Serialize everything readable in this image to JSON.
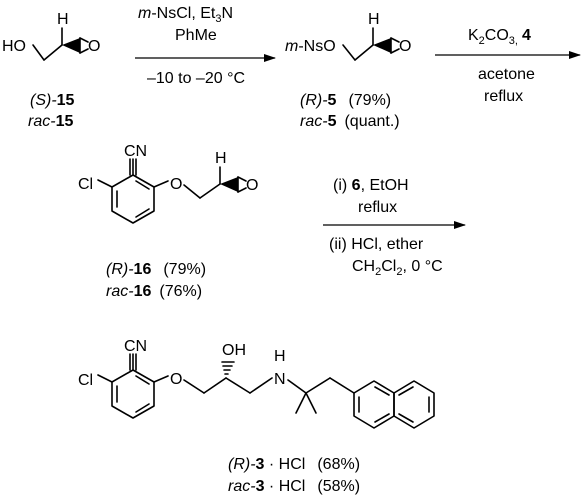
{
  "compound15": {
    "atom_HO": "HO",
    "atom_H": "H",
    "atom_O": "O",
    "label1_prefix": "(S)-",
    "label1_num": "15",
    "label2_prefix": "rac-",
    "label2_num": "15"
  },
  "step1": {
    "reagent_line1_italic": "m",
    "reagent_line1_rest": "-NsCl, Et",
    "reagent_line1_sub": "3",
    "reagent_line1_end": "N",
    "reagent_line2": "PhMe",
    "conditions": "–10 to –20 °C"
  },
  "compound5": {
    "atom_prefix_italic": "m",
    "atom_rest": "-NsO",
    "atom_H": "H",
    "atom_O": "O",
    "label1_prefix": "(R)-",
    "label1_num": "5",
    "label1_yield": "(79%)",
    "label2_prefix": "rac-",
    "label2_num": "5",
    "label2_yield": "(quant.)"
  },
  "step2": {
    "reagent_main": "K",
    "reagent_sub": "2",
    "reagent_rest": "CO",
    "reagent_sub2": "3,",
    "reagent_num": "4",
    "solvent": "acetone",
    "conditions": "reflux"
  },
  "compound16": {
    "atom_CN": "CN",
    "atom_Cl": "Cl",
    "atom_O_ether": "O",
    "atom_H": "H",
    "atom_O_epox": "O",
    "label1_prefix": "(R)-",
    "label1_num": "16",
    "label1_yield": "(79%)",
    "label2_prefix": "rac-",
    "label2_num": "16",
    "label2_yield": "(76%)"
  },
  "step3": {
    "line1_pre": "(i) ",
    "line1_num": "6",
    "line1_post": ", EtOH",
    "line2": "reflux",
    "line3": "(ii) HCl, ether",
    "line4_pre": "CH",
    "line4_sub1": "2",
    "line4_mid": "Cl",
    "line4_sub2": "2",
    "line4_post": ", 0 °C"
  },
  "compound3": {
    "atom_CN": "CN",
    "atom_Cl": "Cl",
    "atom_O": "O",
    "atom_OH": "OH",
    "atom_H": "H",
    "atom_N": "N",
    "label1_prefix": "(R)-",
    "label1_num": "3",
    "label1_salt": " · HCl",
    "label1_yield": "(68%)",
    "label2_prefix": "rac-",
    "label2_num": "3",
    "label2_salt": " · HCl",
    "label2_yield": "(58%)"
  }
}
